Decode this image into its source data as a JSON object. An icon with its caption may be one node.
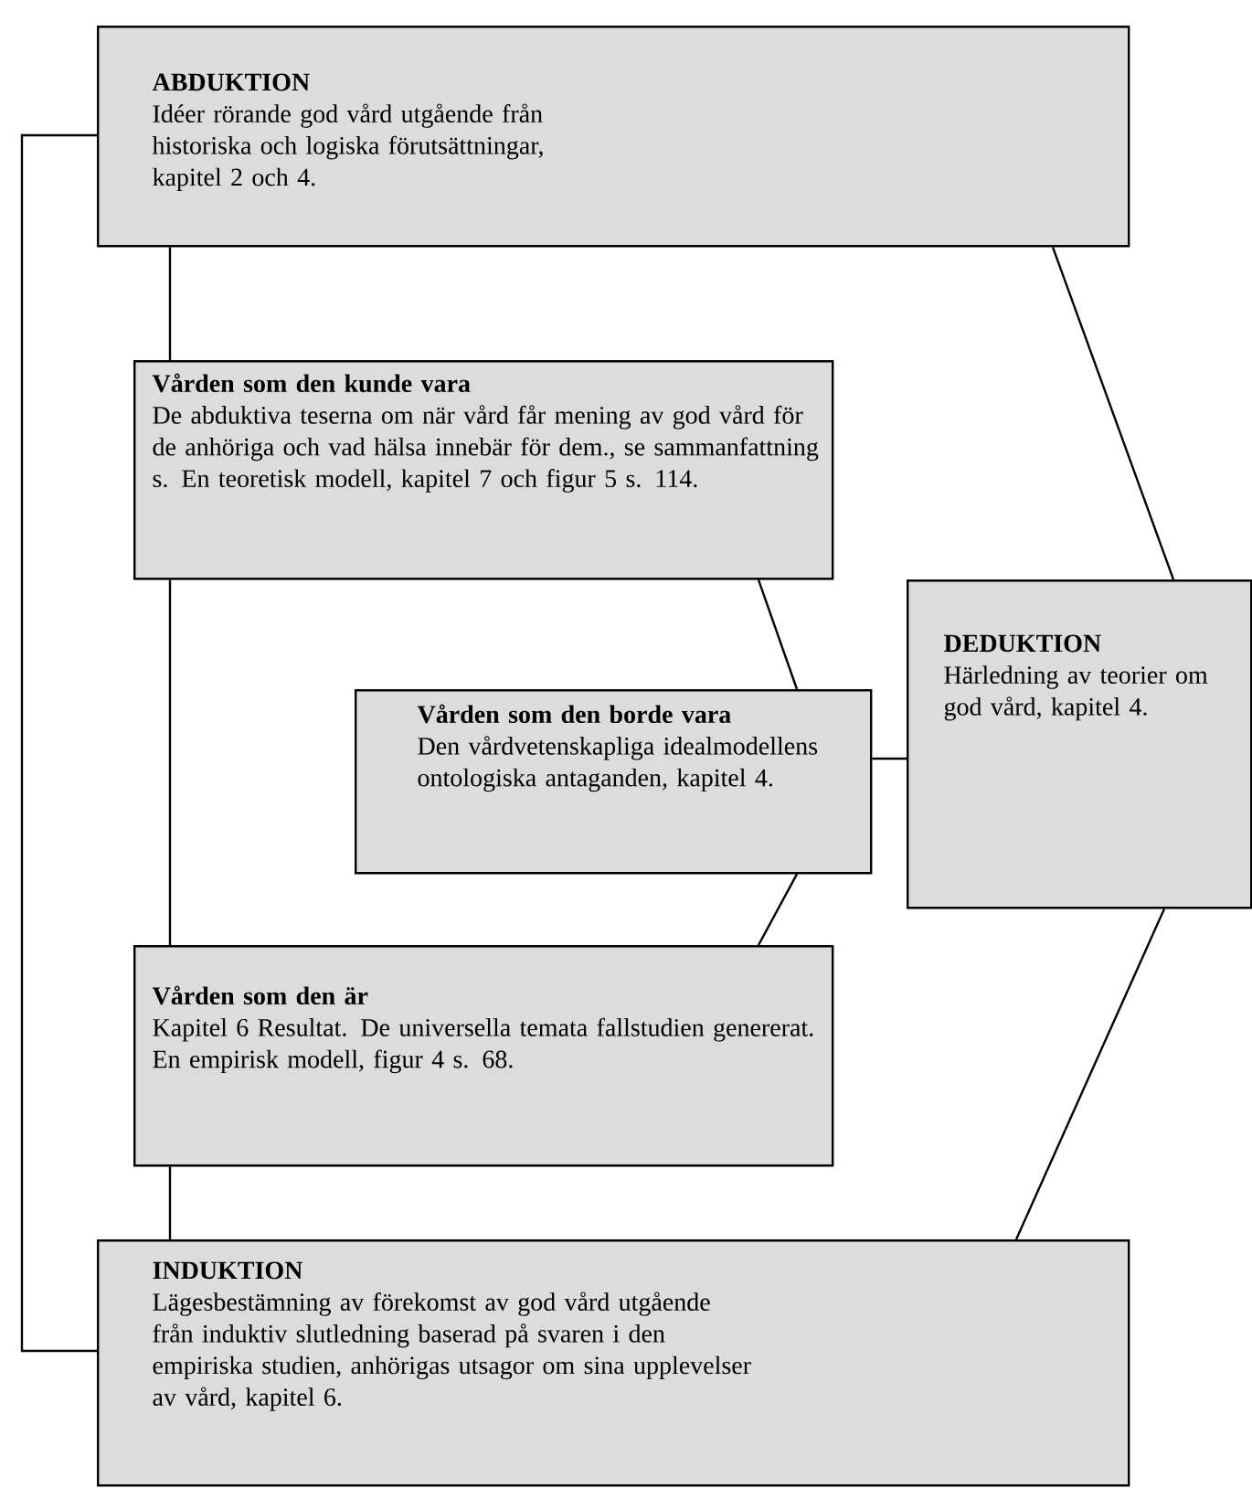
{
  "diagram": {
    "nodes": [
      {
        "text": [
          "ABDUKTION",
          "Idéer rörande god vård utgående från historiska och logiska förutsättningar, kapitel 2 och 4."
        ]
      },
      {
        "text": [
          "Vården som den kunde vara",
          "De abduktiva teserna om när vård får mening av god vård för de anhöriga och vad hälsa innebär för dem., se sammanfattning s. En teoretisk modell, kapitel 7 och figur 5 s. 114."
        ]
      },
      {
        "text": [
          "Vården som den borde vara",
          "Den vårdvetenskapliga idealmodellens ontologiska antaganden, kapitel 4."
        ]
      },
      {
        "text": [
          "DEDUKTION",
          "Härledning av teorier om god vård, kapitel 4."
        ]
      },
      {
        "text": [
          "Vården som den är",
          "Kapitel 6 Resultat. De universella temata fallstudien genererat. En empirisk modell, figur 4 s. 68."
        ]
      },
      {
        "text": [
          "INDUKTION",
          "Lägesbestämning av förekomst av god vård utgående från induktiv slutledning baserad på svaren i den empiriska studien, anhörigas utsagor om sina upplevelser av vård, kapitel 6."
        ]
      }
    ],
    "edges": [
      {
        "from": 0,
        "to": 1,
        "arrow": "none"
      },
      {
        "from": 1,
        "to": 4,
        "arrow": "none"
      },
      {
        "from": 4,
        "to": 5,
        "arrow": "none"
      },
      {
        "from": 0,
        "to": 5,
        "arrow": "none"
      },
      {
        "from": 0,
        "to": 3,
        "arrow": "none"
      },
      {
        "from": 3,
        "to": 5,
        "arrow": "none"
      },
      {
        "from": 1,
        "to": 2,
        "arrow": "none"
      },
      {
        "from": 2,
        "to": 3,
        "arrow": "none"
      },
      {
        "from": 2,
        "to": 4,
        "arrow": "none"
      }
    ]
  }
}
